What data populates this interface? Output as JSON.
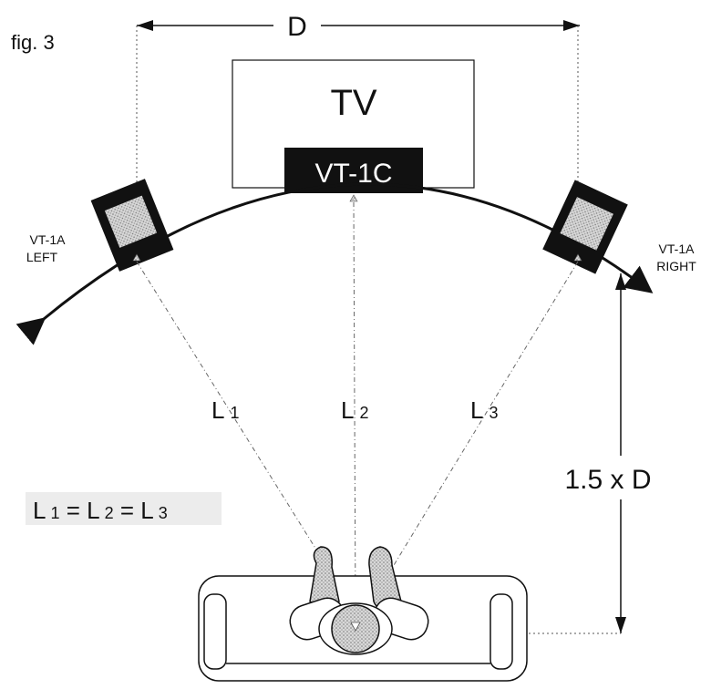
{
  "figure": {
    "label": "fig. 3",
    "width_label": "D",
    "tv_label": "TV",
    "center_speaker_label": "VT-1C",
    "left_speaker": {
      "model": "VT-1A",
      "position": "LEFT"
    },
    "right_speaker": {
      "model": "VT-1A",
      "position": "RIGHT"
    },
    "distances": [
      {
        "letter": "L",
        "sub": "1"
      },
      {
        "letter": "L",
        "sub": "2"
      },
      {
        "letter": "L",
        "sub": "3"
      }
    ],
    "distance_label": "1.5 x D",
    "equation": {
      "parts": [
        {
          "letter": "L",
          "sub": "1"
        },
        {
          "sep": " = "
        },
        {
          "letter": "L",
          "sub": "2"
        },
        {
          "sep": " = "
        },
        {
          "letter": "L",
          "sub": "3"
        }
      ]
    }
  },
  "colors": {
    "ink": "#111111",
    "speaker_cone": "#c8c8c8",
    "shading": "#e6e6e6",
    "background": "#ffffff"
  }
}
